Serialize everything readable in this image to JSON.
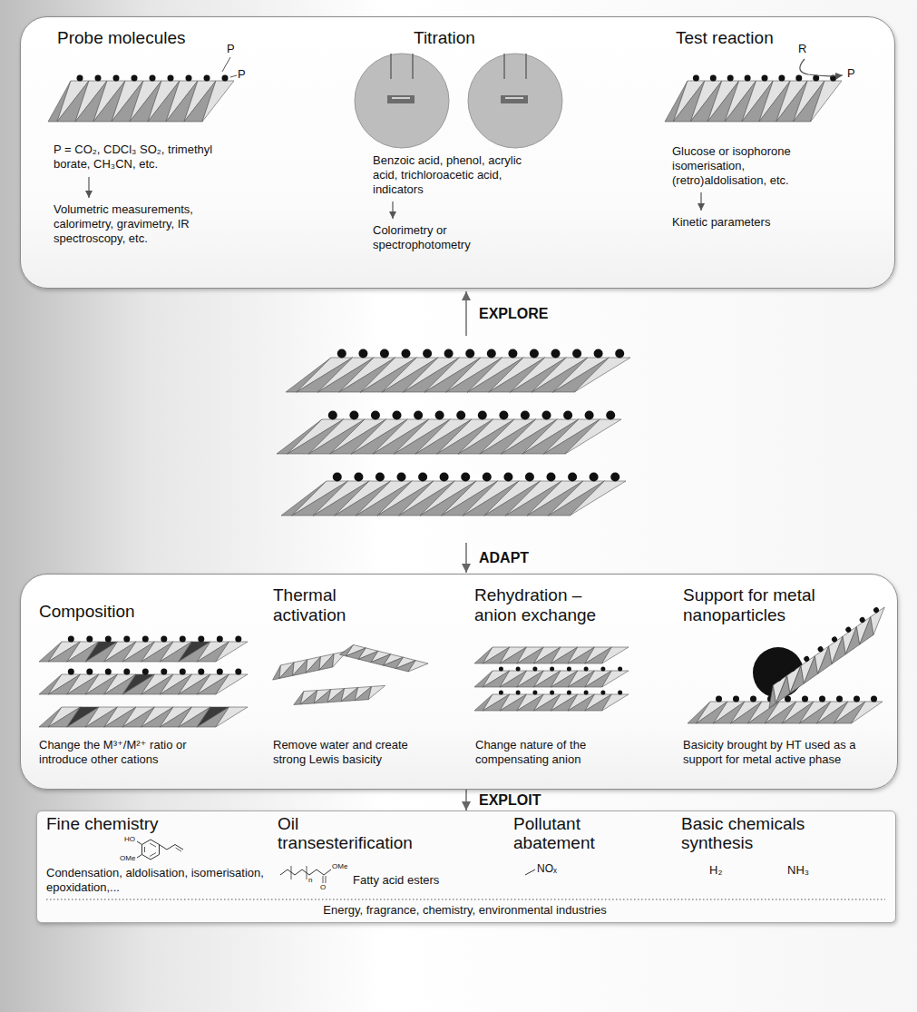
{
  "diagram": {
    "nodes": [
      {
        "text": [
          "Probe molecules",
          "P = CO₂, CDCl₃ SO₂, trimethyl borate, CH₃CN, etc.",
          "Volumetric measurements, calorimetry, gravimetry, IR spectroscopy, etc.",
          "Titration",
          "Benzoic acid, phenol, acrylic acid, trichloroacetic acid, indicators",
          "Colorimetry or spectrophotometry",
          "Test reaction",
          "Glucose or isophorone isomerisation, (retro)aldolisation, etc.",
          "Kinetic parameters"
        ]
      },
      {
        "text": [
          "Composition",
          "Change the M³⁺/M²⁺ ratio or introduce other cations",
          "Thermal activation",
          "Remove water and create strong Lewis basicity",
          "Rehydration – anion exchange",
          "Change nature of the compensating anion",
          "Support for metal nanoparticles",
          "Basicity brought by HT used as a support for metal active phase"
        ]
      },
      {
        "text": [
          "Fine chemistry",
          "Condensation, aldolisation, isomerisation, epoxidation,...",
          "Oil transesterification",
          "Fatty acid esters",
          "Pollutant abatement",
          "Basic chemicals synthesis",
          "Energy, fragrance, chemistry, environmental industries"
        ]
      }
    ],
    "edges": [
      {
        "from": 1,
        "to": 2,
        "label": "EXPLOIT",
        "arrow": "to"
      }
    ],
    "labels": [
      "P",
      "P",
      "R",
      "P",
      "EXPLORE",
      "ADAPT",
      "HO",
      "OMe",
      "n",
      "OMe",
      "O",
      "NOₓ",
      "H₂",
      "NH₃"
    ]
  }
}
